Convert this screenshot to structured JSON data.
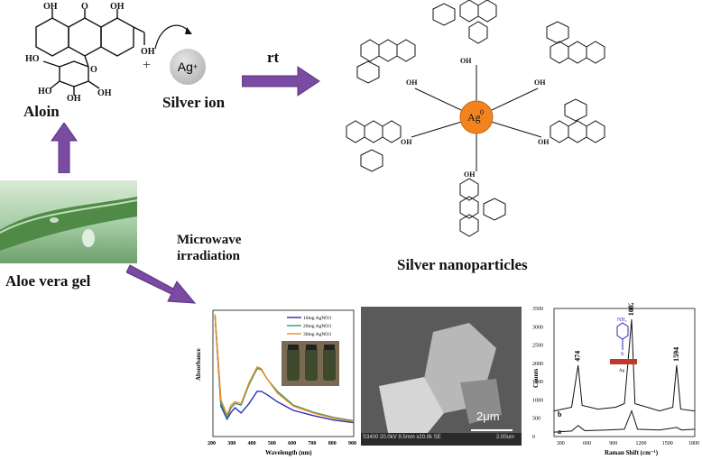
{
  "labels": {
    "aloin": "Aloin",
    "silver_ion": "Silver ion",
    "rt": "rt",
    "aloe_vera_gel": "Aloe vera gel",
    "microwave_line1": "Microwave",
    "microwave_line2": "irradiation",
    "silver_nanoparticles": "Silver nanoparticles",
    "ag_plus": "Ag",
    "ag_plus_sup": "+",
    "ag0": "Ag",
    "ag0_sup": "0",
    "plus": "+"
  },
  "colors": {
    "arrow": "#7b4aa3",
    "silver_ion": "#bdbdbd",
    "silver_np": "#f2841f"
  },
  "chart_data": [
    {
      "type": "line",
      "title": "",
      "xlabel": "Wavelength (nm)",
      "ylabel": "Absorbance",
      "xlim": [
        200,
        900
      ],
      "x_ticks": [
        "200",
        "300",
        "400",
        "500",
        "600",
        "700",
        "800",
        "900"
      ],
      "legend_position": "top-right",
      "series": [
        {
          "name": "10mg AgNO3",
          "color": "#2b2bb5",
          "x": [
            210,
            240,
            270,
            290,
            310,
            340,
            380,
            420,
            440,
            470,
            520,
            600,
            700,
            800,
            900
          ],
          "y": [
            1.4,
            0.35,
            0.2,
            0.28,
            0.33,
            0.27,
            0.38,
            0.52,
            0.52,
            0.48,
            0.4,
            0.3,
            0.24,
            0.19,
            0.16
          ]
        },
        {
          "name": "20mg AgNO3",
          "color": "#2a9a7a",
          "x": [
            210,
            240,
            270,
            290,
            310,
            340,
            380,
            420,
            440,
            470,
            520,
            600,
            700,
            800,
            900
          ],
          "y": [
            1.4,
            0.38,
            0.22,
            0.33,
            0.38,
            0.36,
            0.6,
            0.78,
            0.77,
            0.66,
            0.52,
            0.36,
            0.28,
            0.22,
            0.18
          ]
        },
        {
          "name": "30mg AgNO3",
          "color": "#f08a1f",
          "x": [
            210,
            240,
            270,
            290,
            310,
            340,
            380,
            420,
            440,
            470,
            520,
            600,
            700,
            800,
            900
          ],
          "y": [
            1.4,
            0.42,
            0.25,
            0.36,
            0.4,
            0.38,
            0.62,
            0.8,
            0.78,
            0.66,
            0.5,
            0.35,
            0.27,
            0.21,
            0.17
          ]
        }
      ]
    },
    {
      "type": "line",
      "title": "",
      "xlabel": "Raman Shift (cm⁻¹)",
      "ylabel": "Counts",
      "xlim": [
        200,
        1800
      ],
      "ylim": [
        0,
        3500
      ],
      "x_ticks": [
        "300",
        "600",
        "900",
        "1200",
        "1500",
        "1800"
      ],
      "y_ticks": [
        "0",
        "500",
        "1000",
        "1500",
        "2000",
        "2500",
        "3000",
        "3500"
      ],
      "peak_labels": [
        "474",
        "1082",
        "1594"
      ],
      "series_labels": [
        "a",
        "b"
      ],
      "inset_label_nh2": "NH₂",
      "inset_label_s": "S",
      "inset_label_ag": "Ag",
      "series": [
        {
          "name": "a",
          "x": [
            200,
            400,
            474,
            550,
            800,
            1000,
            1082,
            1150,
            1400,
            1594,
            1650,
            1800
          ],
          "y": [
            120,
            150,
            300,
            160,
            180,
            200,
            700,
            200,
            180,
            250,
            180,
            200
          ]
        },
        {
          "name": "b",
          "x": [
            200,
            400,
            474,
            520,
            700,
            900,
            1000,
            1082,
            1120,
            1400,
            1550,
            1594,
            1640,
            1800
          ],
          "y": [
            700,
            800,
            1950,
            850,
            750,
            800,
            900,
            3200,
            900,
            700,
            800,
            1950,
            750,
            700
          ]
        }
      ]
    }
  ],
  "sem": {
    "scale_label": "2μm",
    "info_left": "S3400 20.0kV 9.5mm x20.0k SE",
    "info_right": "2.00um"
  }
}
